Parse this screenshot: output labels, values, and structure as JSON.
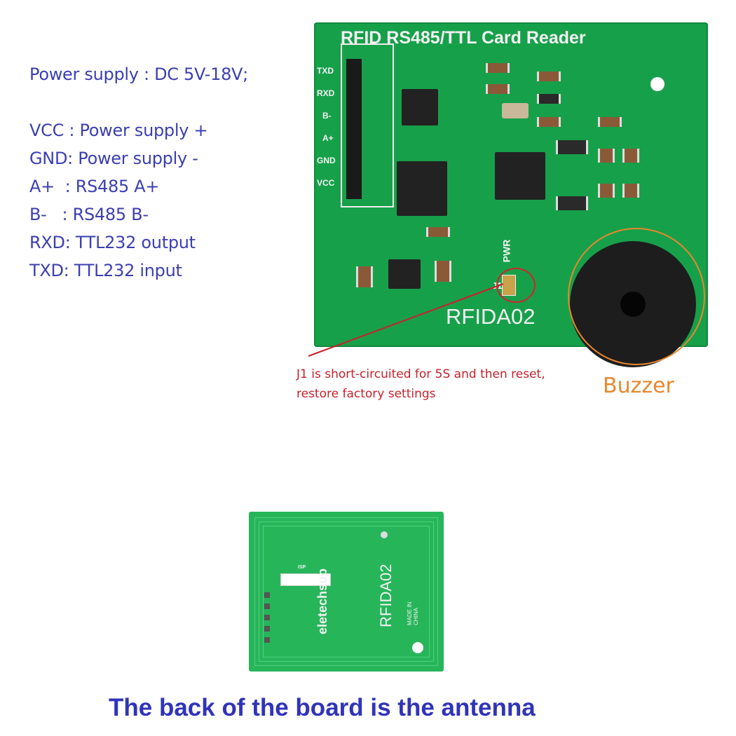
{
  "specs": {
    "power": "Power supply : DC 5V-18V;",
    "lines": [
      "VCC : Power supply +",
      "GND: Power supply -",
      "A+  : RS485 A+",
      "B-   : RS485 B-",
      "RXD: TTL232 output",
      "TXD: TTL232 input"
    ]
  },
  "board_front": {
    "title": "RFID RS485/TTL Card Reader",
    "model": "RFIDA02",
    "pins": [
      "TXD",
      "RXD",
      "B-",
      "A+",
      "GND",
      "VCC"
    ],
    "pwr": "PWR",
    "jumper": "J1"
  },
  "annotations": {
    "j1_note_line1": "J1 is short-circuited for 5S and then reset,",
    "j1_note_line2": "restore factory settings",
    "buzzer": "Buzzer"
  },
  "board_back": {
    "brand": "eletechsup",
    "model": "RFIDA02",
    "origin": "MADE IN CHINA",
    "isp": "ISP"
  },
  "caption": "The back of the board is the antenna",
  "colors": {
    "spec_text": "#3b3fb0",
    "note_red": "#c8202a",
    "buzzer_orange": "#e8872f",
    "caption": "#3034b8",
    "pcb_green": "#17a04a"
  }
}
